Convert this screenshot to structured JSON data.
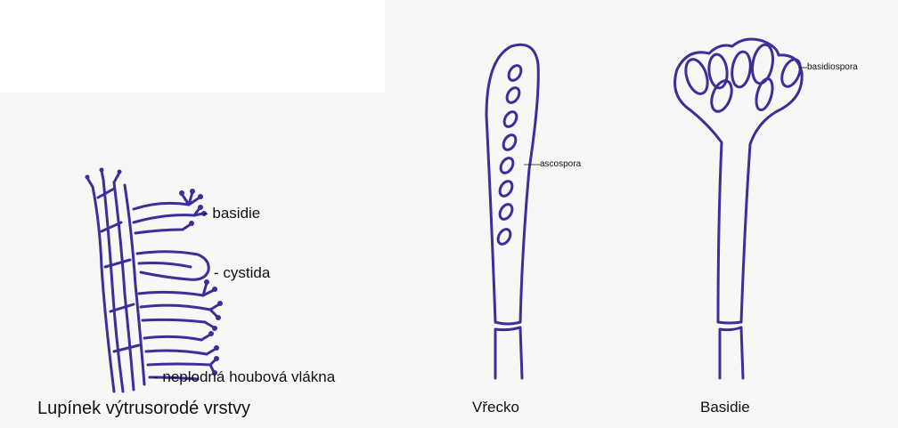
{
  "colors": {
    "ink": "#3b2f9a",
    "paper": "#f7f7f5",
    "label": "#111111"
  },
  "left_panel": {
    "labels": {
      "basidie": "- basidie",
      "cystida": "- cystida",
      "hyphae": "- neplodná houbová vlákna"
    },
    "caption": "Lupínek výtrusorodé vrstvy"
  },
  "ascus": {
    "spore_label": "ascospora",
    "caption": "Vřecko"
  },
  "basidium": {
    "spore_label": "basidiospora",
    "caption": "Basidie"
  }
}
